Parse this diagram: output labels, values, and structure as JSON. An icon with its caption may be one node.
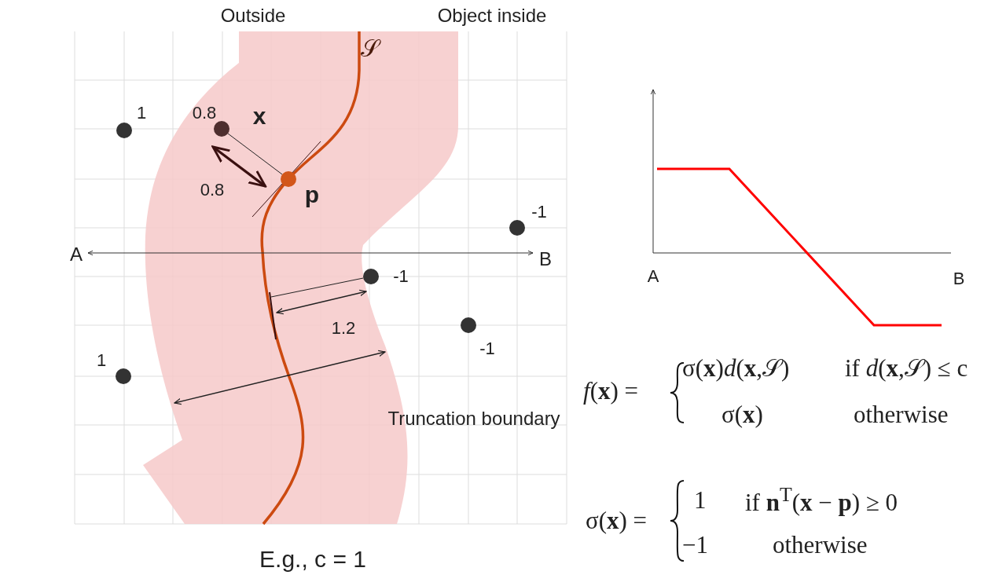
{
  "diagram": {
    "nodes": [
      {
        "text": [],
        "shape": "circle",
        "beside": [
          "1"
        ]
      },
      {
        "text": [],
        "shape": "circle",
        "beside": [
          "0.8",
          "x"
        ]
      },
      {
        "text": [],
        "shape": "circle",
        "beside": [
          "p"
        ]
      },
      {
        "text": [],
        "shape": "circle",
        "beside": [
          "-1"
        ]
      },
      {
        "text": [],
        "shape": "circle",
        "beside": [
          "-1"
        ]
      },
      {
        "text": [],
        "shape": "circle",
        "beside": [
          "-1"
        ]
      },
      {
        "text": [],
        "shape": "circle",
        "beside": [
          "1"
        ]
      }
    ],
    "edges": [
      {
        "from": 1,
        "to": 2,
        "arrow": "none"
      },
      {
        "from": 4,
        "to": null,
        "arrow": "none"
      },
      {
        "from": 1,
        "to": 2,
        "arrow": "both",
        "style": "thick",
        "color": "#3a1010"
      }
    ],
    "labels": [
      "Outside",
      "Object inside",
      "𝒮",
      "A",
      "B",
      "0.8",
      "1.2",
      "Truncation boundary",
      "E.g.,  c = 1",
      "A",
      "B",
      "*f*(**x**) =",
      "σ(**x**)*d*(**x**,𝒮)",
      "if *d*(**x**,𝒮) ≤ c",
      "σ(**x**)",
      "otherwise",
      "σ(**x**) =",
      "1",
      "if **n**$^{T}$(**x** − **p**) ≥ 0",
      "−1",
      "otherwise"
    ]
  }
}
